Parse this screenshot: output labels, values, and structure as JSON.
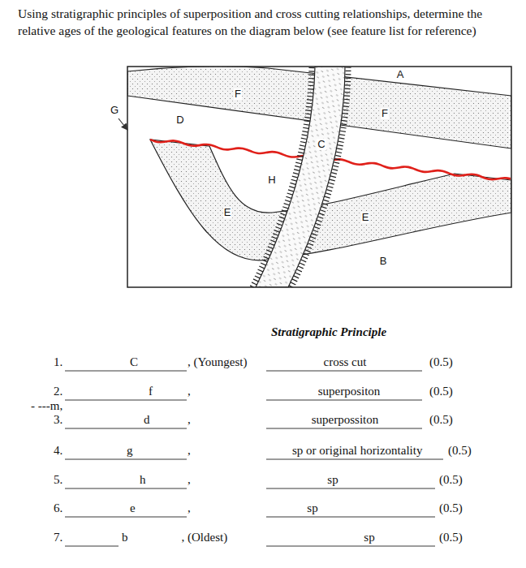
{
  "diagram": {
    "title": "Using stratigraphic principles of superposition and cross cutting relationships, determine the relative ages of the geological features on the diagram below (see feature list for reference)",
    "labels": [
      "A",
      "F",
      "G",
      "D",
      "C",
      "H",
      "E",
      "E",
      "F",
      "B",
      "Stratigraphic Principle",
      "1.",
      "C",
      ", (Youngest)",
      "cross cut",
      "(0.5)",
      "2.",
      "f",
      ",",
      "superpositon",
      "(0.5)",
      "- ---m,",
      "3.",
      "d",
      ",",
      "superpossiton",
      "(0.5)",
      "4.",
      "g",
      ",",
      "sp or original horizontality",
      "(0.5)",
      "5.",
      "h",
      ",",
      "sp",
      "(0.5)",
      "6.",
      "e",
      ",",
      "sp",
      "(0.5)",
      "7.",
      "b",
      ", (Oldest)",
      "sp",
      "(0.5)"
    ]
  }
}
